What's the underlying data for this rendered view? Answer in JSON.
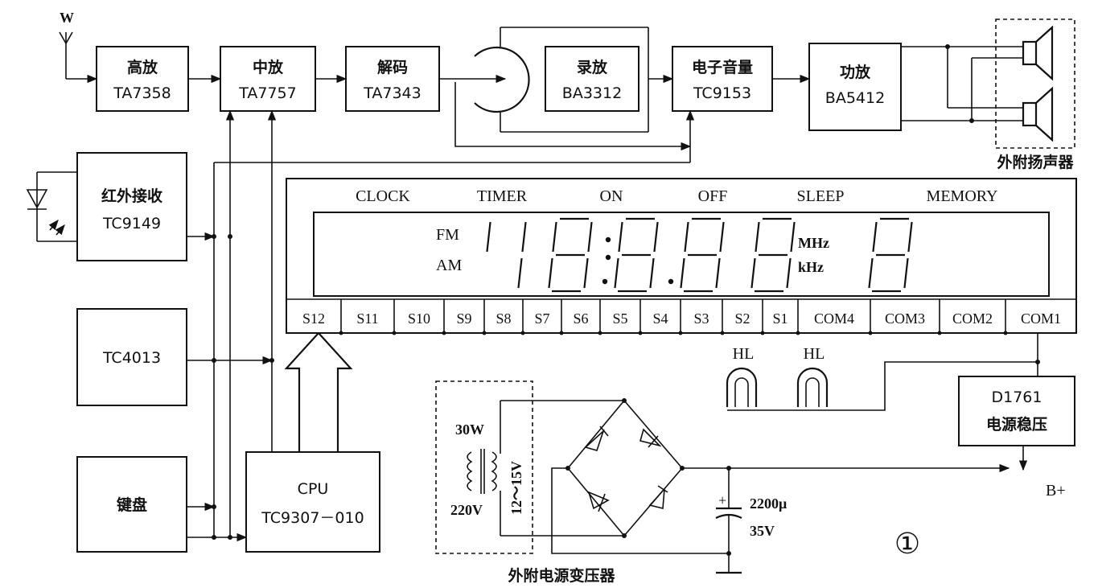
{
  "antenna_label": "W",
  "blocks": {
    "rf_amp": {
      "title": "高放",
      "part": "TA7358"
    },
    "if_amp": {
      "title": "中放",
      "part": "TA7757"
    },
    "decoder": {
      "title": "解码",
      "part": "TA7343"
    },
    "tape": {
      "title": "录放",
      "part": "BA3312"
    },
    "volume": {
      "title": "电子音量",
      "part": "TC9153"
    },
    "power_amp": {
      "title": "功放",
      "part": "BA5412"
    },
    "ir_receiver": {
      "title": "红外接收",
      "part": "TC9149"
    },
    "flipflop": {
      "part": "TC4013"
    },
    "keyboard": {
      "title": "键盘"
    },
    "cpu": {
      "title": "CPU",
      "part": "TC9307－010"
    },
    "regulator": {
      "part": "D1761",
      "title": "电源稳压"
    }
  },
  "speaker_label": "外附扬声器",
  "transformer_label": "外附电源变压器",
  "transformer": {
    "power": "30W",
    "primary": "220V",
    "secondary": "12～15V"
  },
  "capacitor": {
    "value": "2200μ",
    "voltage": "35V"
  },
  "supply_label": "B+",
  "figure_number": "①",
  "lamp_labels": [
    "HL",
    "HL"
  ],
  "display": {
    "top_labels": [
      "CLOCK",
      "TIMER",
      "ON",
      "OFF",
      "SLEEP",
      "MEMORY"
    ],
    "band_labels": [
      "FM",
      "AM"
    ],
    "unit_labels": [
      "MHz",
      "kHz"
    ],
    "pins": [
      "S12",
      "S11",
      "S10",
      "S9",
      "S8",
      "S7",
      "S6",
      "S5",
      "S4",
      "S3",
      "S2",
      "S1",
      "COM4",
      "COM3",
      "COM2",
      "COM1"
    ]
  },
  "colors": {
    "ink": "#111111",
    "paper": "#ffffff"
  }
}
